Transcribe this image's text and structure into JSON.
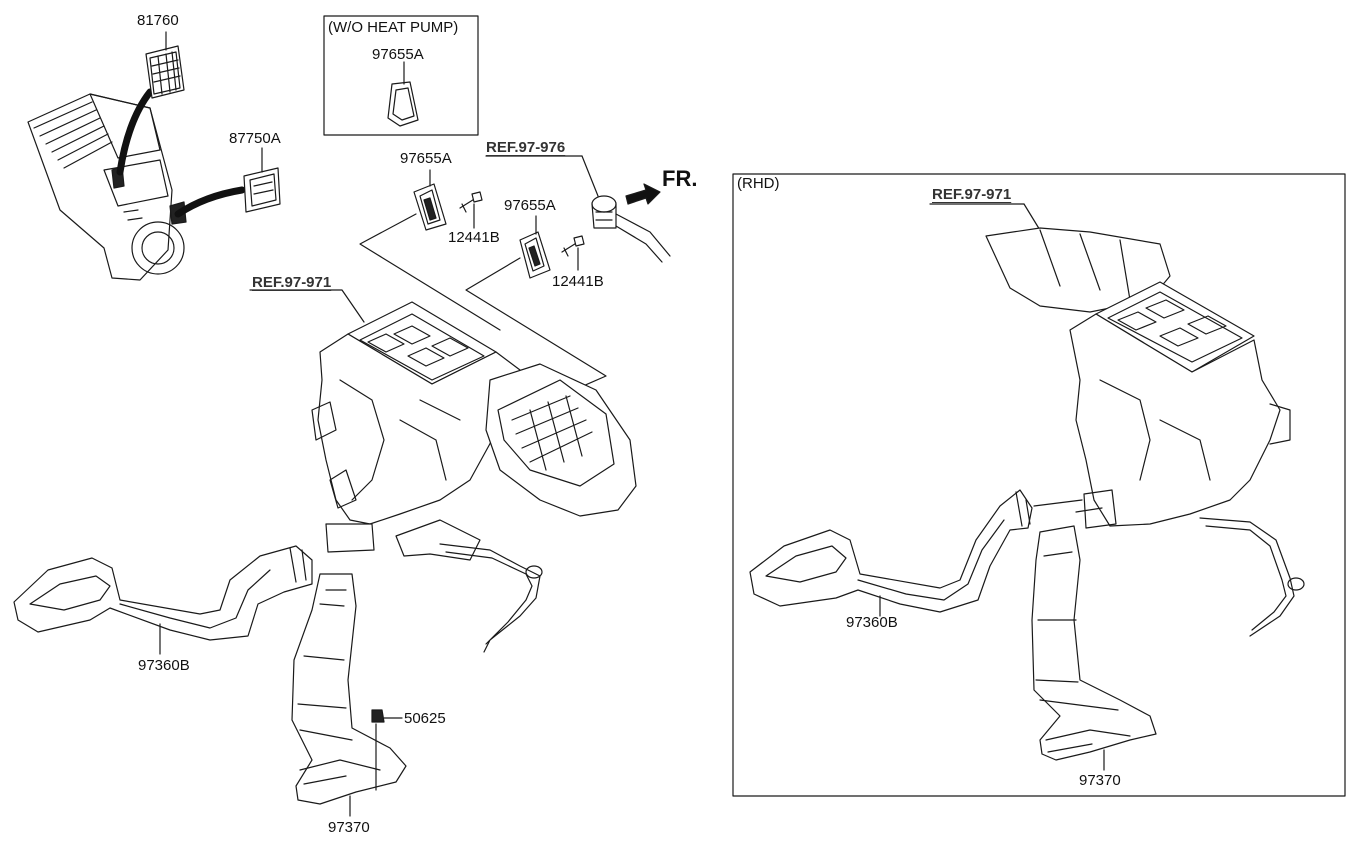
{
  "labels": {
    "p81760": "81760",
    "p87750A": "87750A",
    "wo_heat_pump": "(W/O HEAT PUMP)",
    "p97655A_box": "97655A",
    "p97655A_1": "97655A",
    "p97655A_2": "97655A",
    "p12441B_1": "12441B",
    "p12441B_2": "12441B",
    "ref_97_976": "REF.97-976",
    "fr": "FR.",
    "ref_97_971_left": "REF.97-971",
    "p97360B_left": "97360B",
    "p50625": "50625",
    "p97370_left": "97370",
    "rhd": "(RHD)",
    "ref_97_971_right": "REF.97-971",
    "p97360B_right": "97360B",
    "p97370_right": "97370"
  },
  "colors": {
    "line": "#1a1a1a",
    "fill": "#ffffff",
    "shade": "#d9d9d9",
    "dark": "#222222"
  }
}
